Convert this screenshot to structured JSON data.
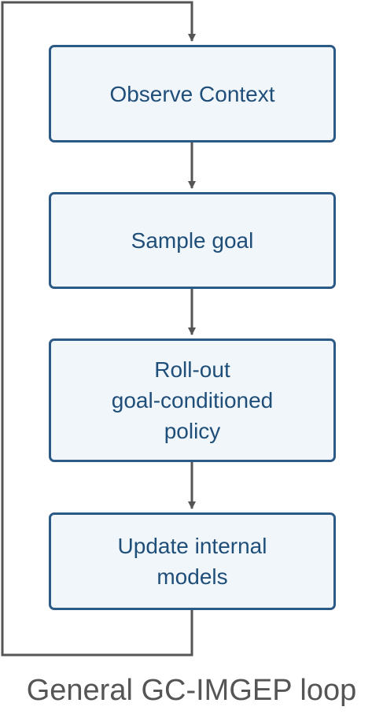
{
  "diagram": {
    "nodes": [
      {
        "id": "observe",
        "label": "Observe Context"
      },
      {
        "id": "sample",
        "label": "Sample goal"
      },
      {
        "id": "rollout",
        "label": "Roll-out\ngoal-conditioned\npolicy"
      },
      {
        "id": "update",
        "label": "Update internal\nmodels"
      }
    ],
    "caption": "General GC-IMGEP loop"
  },
  "colors": {
    "box_border": "#2b5a86",
    "box_fill": "#f1f6fb",
    "box_text": "#1f4e79",
    "connector": "#555555",
    "caption": "#555555"
  }
}
